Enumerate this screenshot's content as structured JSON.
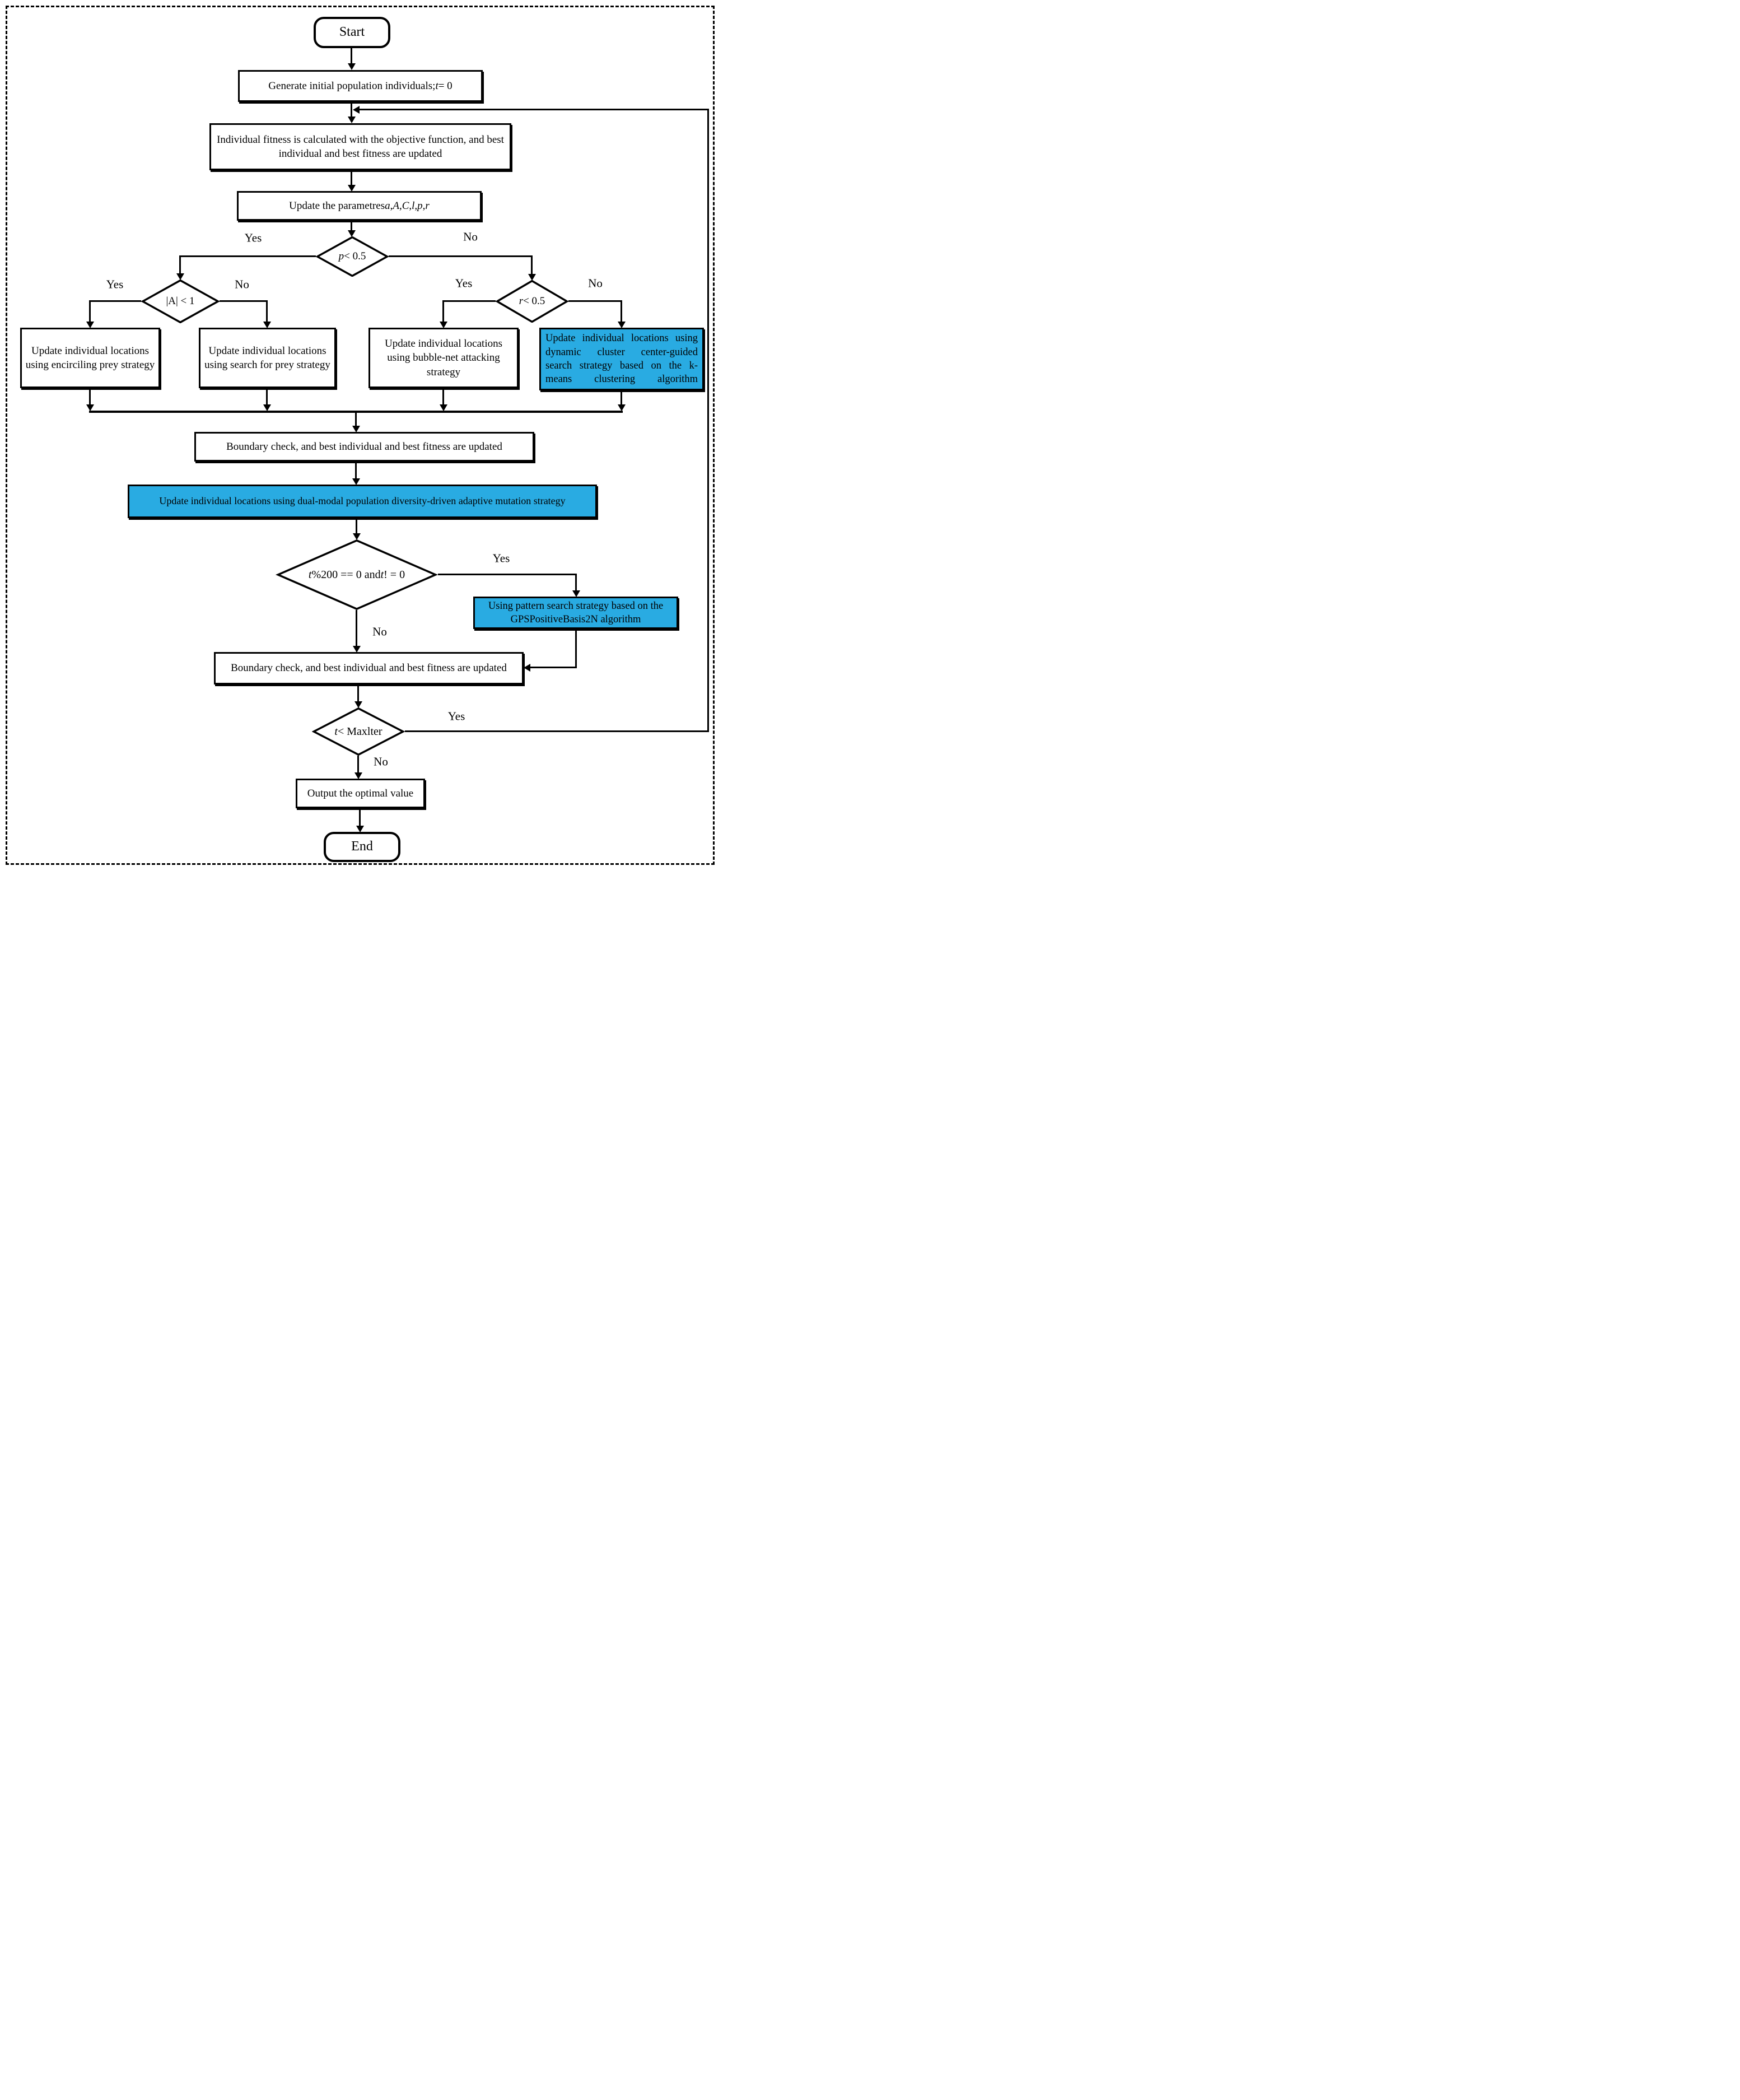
{
  "palette": {
    "accent_blue": "#29abe2",
    "line_black": "#000000",
    "background": "#ffffff"
  },
  "italic_tokens": [
    "t",
    "a",
    "A",
    "C",
    "l",
    "p",
    "r"
  ],
  "nodes": {
    "start": "Start",
    "generate": "Generate initial population individuals; t = 0",
    "fitness": "Individual fitness is calculated with the objective function, and best individual and best fitness are updated",
    "params": "Update the parametres a, A, C, l, p, r",
    "decision_p": "p < 0.5",
    "decision_a": "|A| < 1",
    "decision_r": "r < 0.5",
    "encircling": "Update individual locations using encirciling prey strategy",
    "search_prey": "Update individual locations using search for prey strategy",
    "bubble_net": "Update individual locations using bubble-net attacking strategy",
    "kmeans": "Update individual locations using dynamic cluster center-guided search strategy based on the k-means clustering algorithm",
    "boundary1": "Boundary check, and best individual and best fitness are updated",
    "mutation": "Update individual locations using dual-modal population diversity-driven adaptive mutation strategy",
    "decision_mod": "t %200 == 0 and t ! = 0",
    "pattern_search": "Using pattern search strategy based on the GPSPositiveBasis2N algorithm",
    "boundary2": "Boundary check, and best individual and best fitness are updated",
    "decision_iter": "t < Maxlter",
    "output": "Output the optimal value",
    "end": "End"
  },
  "labels": {
    "p_yes": "Yes",
    "p_no": "No",
    "a_yes": "Yes",
    "a_no": "No",
    "r_yes": "Yes",
    "r_no": "No",
    "mod_yes": "Yes",
    "mod_no": "No",
    "iter_yes": "Yes",
    "iter_no": "No"
  }
}
